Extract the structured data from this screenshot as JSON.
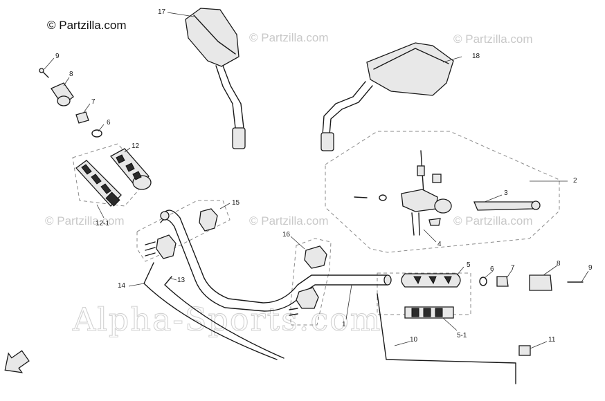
{
  "watermarks": {
    "copyright_main": "© Partzilla.com",
    "copyright_faint": "© Partzilla.com",
    "site": "Alpha-Sports.com"
  },
  "callouts": {
    "c17": "17",
    "c18": "18",
    "c9a": "9",
    "c8a": "8",
    "c7a": "7",
    "c6a": "6",
    "c12": "12",
    "c12_1": "12-1",
    "c15": "15",
    "c2": "2",
    "c3": "3",
    "c4": "4",
    "c16": "16",
    "c14": "14",
    "c13": "13",
    "c1": "1",
    "c5": "5",
    "c6b": "6",
    "c7b": "7",
    "c8b": "8",
    "c9b": "9",
    "c5_1": "5-1",
    "c10": "10",
    "c11": "11"
  },
  "icons": {
    "front_direction": "front-arrow-icon"
  }
}
